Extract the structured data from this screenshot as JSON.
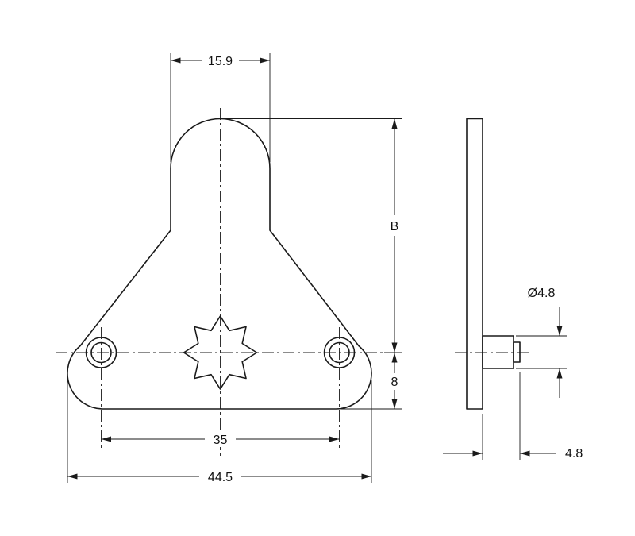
{
  "page": {
    "background_color": "#ffffff",
    "line_color": "#1a1a1a"
  },
  "drawing": {
    "type": "engineering-dimension-drawing",
    "front_view": {
      "dim_neck_width": "15.9",
      "dim_top_to_hole_center": "B",
      "dim_hole_center_to_bottom": "8",
      "dim_hole_spacing": "35",
      "dim_overall_width": "44.5"
    },
    "side_view": {
      "dim_boss_diameter": "Ø4.8",
      "dim_boss_protrusion": "4.8"
    }
  }
}
